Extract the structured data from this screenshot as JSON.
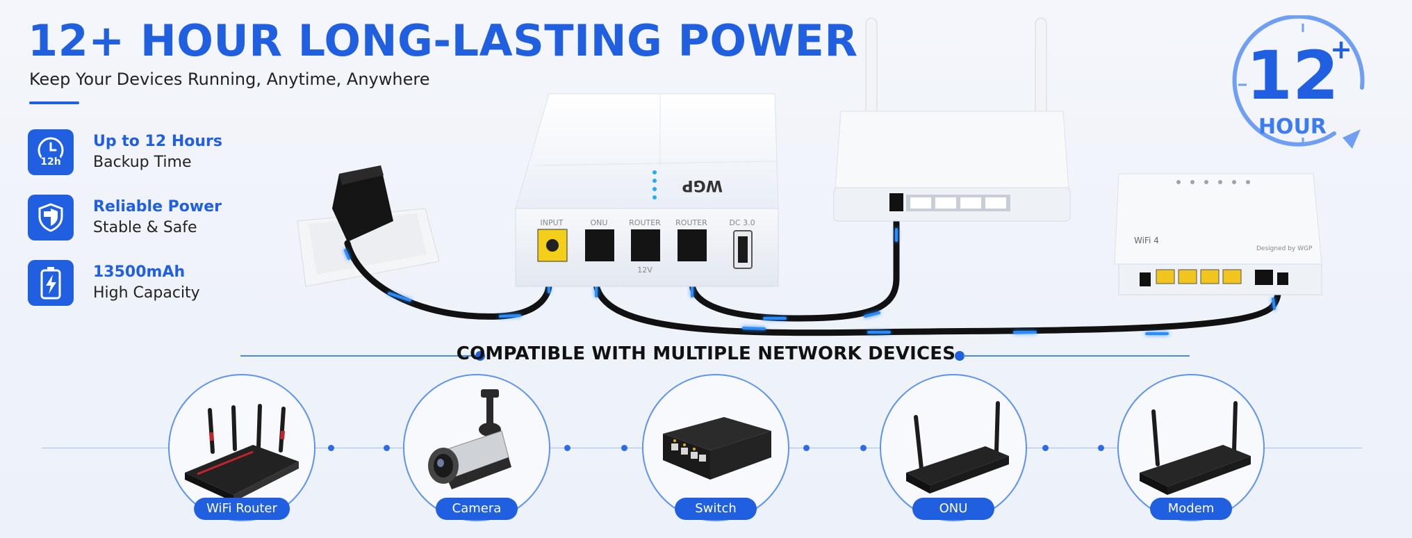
{
  "header": {
    "title": "12+ HOUR LONG-LASTING POWER",
    "subtitle": "Keep Your Devices Running, Anytime, Anywhere"
  },
  "features": [
    {
      "icon": "clock-12h-icon",
      "icon_text": "12h",
      "title": "Up to 12 Hours",
      "subtitle": "Backup Time"
    },
    {
      "icon": "shield-icon",
      "title": "Reliable Power",
      "subtitle": "Stable & Safe"
    },
    {
      "icon": "battery-bolt-icon",
      "title": "13500mAh",
      "subtitle": "High Capacity"
    }
  ],
  "badge": {
    "number": "12",
    "plus": "+",
    "unit": "HOUR"
  },
  "ups": {
    "brand": "WGP",
    "ports": [
      "INPUT",
      "ONU",
      "ROUTER",
      "ROUTER",
      "DC 3.0"
    ],
    "voltage_label": "12V"
  },
  "router_panel": {
    "brand": "WiFi 4",
    "designer": "Designed by WGP"
  },
  "compatible": {
    "title": "COMPATIBLE WITH MULTIPLE NETWORK DEVICES",
    "devices": [
      {
        "label": "WiFi Router",
        "icon": "wifi-router-icon"
      },
      {
        "label": "Camera",
        "icon": "camera-icon"
      },
      {
        "label": "Switch",
        "icon": "switch-icon"
      },
      {
        "label": "ONU",
        "icon": "onu-icon"
      },
      {
        "label": "Modem",
        "icon": "modem-icon"
      }
    ]
  },
  "colors": {
    "accent": "#1f5fe0",
    "cable_glow": "#2b8cff",
    "dark": "#111111"
  }
}
